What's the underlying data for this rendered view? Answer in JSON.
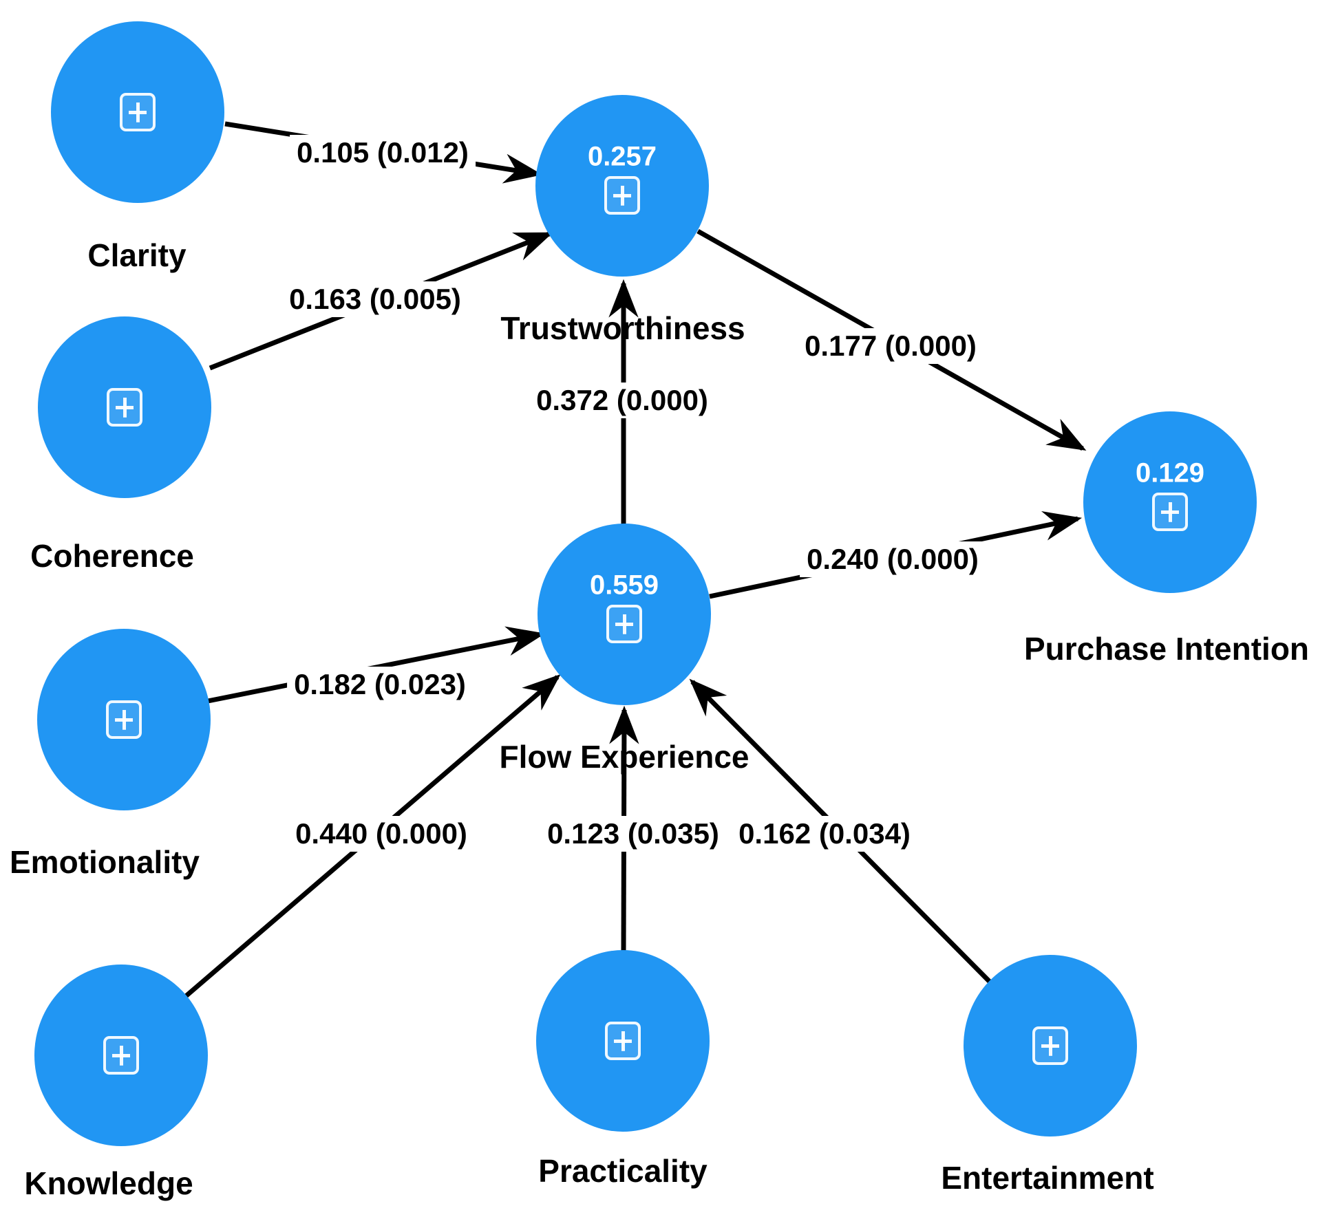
{
  "nodes": {
    "clarity": {
      "label": "Clarity"
    },
    "coherence": {
      "label": "Coherence"
    },
    "emotionality": {
      "label": "Emotionality"
    },
    "knowledge": {
      "label": "Knowledge"
    },
    "practicality": {
      "label": "Practicality"
    },
    "entertainment": {
      "label": "Entertainment"
    },
    "trustworthiness": {
      "label": "Trustworthiness",
      "r2": "0.257"
    },
    "flow_experience": {
      "label": "Flow Experience",
      "r2": "0.559"
    },
    "purchase_intention": {
      "label": "Purchase Intention",
      "r2": "0.129"
    }
  },
  "edges": [
    {
      "from": "Clarity",
      "to": "Trustworthiness",
      "label": "0.105 (0.012)"
    },
    {
      "from": "Coherence",
      "to": "Trustworthiness",
      "label": "0.163 (0.005)"
    },
    {
      "from": "Flow Experience",
      "to": "Trustworthiness",
      "label": "0.372 (0.000)"
    },
    {
      "from": "Trustworthiness",
      "to": "Purchase Intention",
      "label": "0.177 (0.000)"
    },
    {
      "from": "Flow Experience",
      "to": "Purchase Intention",
      "label": "0.240 (0.000)"
    },
    {
      "from": "Emotionality",
      "to": "Flow Experience",
      "label": "0.182 (0.023)"
    },
    {
      "from": "Knowledge",
      "to": "Flow Experience",
      "label": "0.440 (0.000)"
    },
    {
      "from": "Practicality",
      "to": "Flow Experience",
      "label": "0.123 (0.035)"
    },
    {
      "from": "Entertainment",
      "to": "Flow Experience",
      "label": "0.162 (0.034)"
    }
  ],
  "icons": {
    "node_icon": "plus-square"
  },
  "colors": {
    "node_fill": "#2196F3",
    "edge_color": "#000000",
    "value_text": "#FFFFFF",
    "label_text": "#000000"
  }
}
